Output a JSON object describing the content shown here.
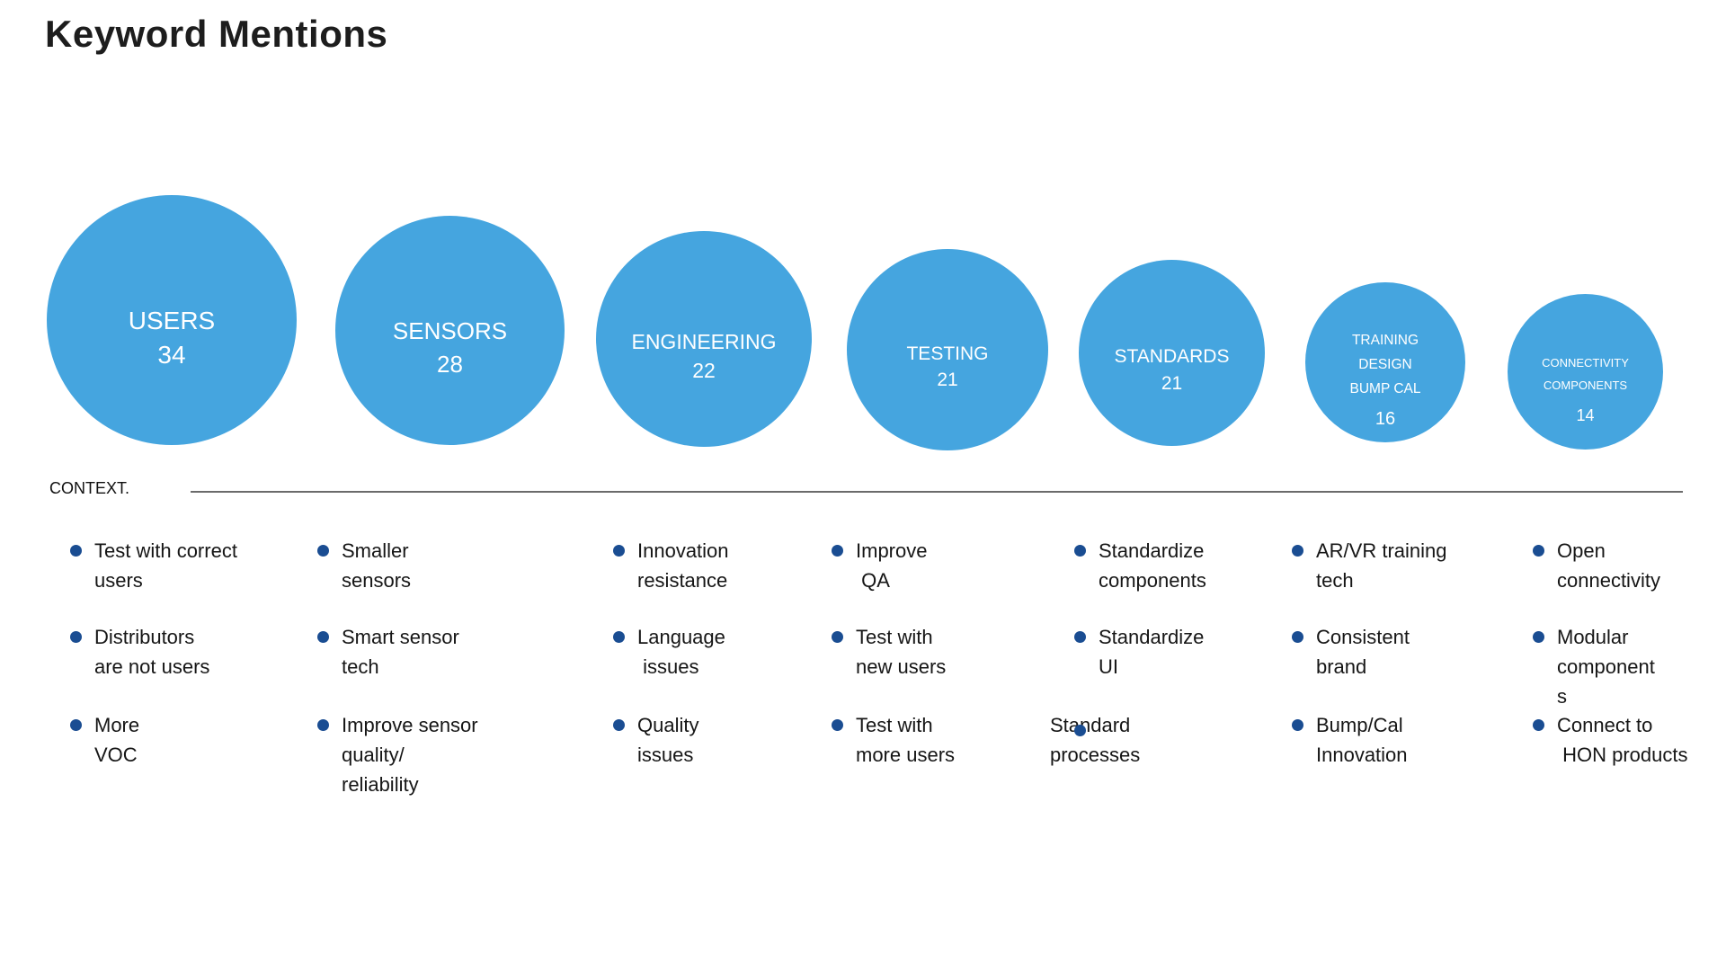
{
  "title": "Keyword Mentions",
  "context_label": "CONTEXT.",
  "colors": {
    "bubble_blue": "#45A5DF",
    "bubble_text": "#FFFFFF",
    "bullet_navy": "#1A4D92",
    "title_text": "#1D1D1D",
    "divider_gray": "#6B6B6B"
  },
  "bubbles": [
    {
      "label": "USERS",
      "value": "34"
    },
    {
      "label": "SENSORS",
      "value": "28"
    },
    {
      "label": "ENGINEERING",
      "value": "22"
    },
    {
      "label": "TESTING",
      "value": "21"
    },
    {
      "label": "STANDARDS",
      "value": "21"
    },
    {
      "label": "TRAINING\nDESIGN\nBUMP CAL",
      "value": "16"
    },
    {
      "label": "CONNECTIVITY\nCOMPONENTS",
      "value": "14"
    }
  ],
  "context_columns": [
    {
      "keyword": "USERS",
      "items": [
        {
          "text": "Test with correct\nusers"
        },
        {
          "text": "Distributors\nare not users"
        },
        {
          "text": "More\nVOC"
        }
      ]
    },
    {
      "keyword": "SENSORS",
      "items": [
        {
          "text": "Smaller\nsensors"
        },
        {
          "text": "Smart sensor\ntech"
        },
        {
          "text": "Improve sensor\nquality/\nreliability"
        }
      ]
    },
    {
      "keyword": "ENGINEERING",
      "items": [
        {
          "text": "Innovation\nresistance"
        },
        {
          "text": "Language\n issues"
        },
        {
          "text": "Quality\nissues"
        }
      ]
    },
    {
      "keyword": "TESTING",
      "items": [
        {
          "text": "Improve\n QA"
        },
        {
          "text": "Test with\nnew users"
        },
        {
          "text": "Test with\nmore users"
        }
      ]
    },
    {
      "keyword": "STANDARDS",
      "items": [
        {
          "text": "Standardize\ncomponents"
        },
        {
          "text": "Standardize\nUI"
        },
        {
          "text": "Standard\nprocesses"
        }
      ]
    },
    {
      "keyword": "TRAINING DESIGN BUMP CAL",
      "items": [
        {
          "text": "AR/VR training\ntech"
        },
        {
          "text": "Consistent\nbrand"
        },
        {
          "text": "Bump/Cal\nInnovation"
        }
      ]
    },
    {
      "keyword": "CONNECTIVITY COMPONENTS",
      "items": [
        {
          "text": "Open\nconnectivity"
        },
        {
          "text": "Modular\ncomponent\ns"
        },
        {
          "text": "Connect to\n HON products"
        }
      ]
    }
  ],
  "chart_data": {
    "type": "bubble",
    "title": "Keyword Mentions",
    "categories": [
      "USERS",
      "SENSORS",
      "ENGINEERING",
      "TESTING",
      "STANDARDS",
      "TRAINING DESIGN BUMP CAL",
      "CONNECTIVITY COMPONENTS"
    ],
    "values": [
      34,
      28,
      22,
      21,
      21,
      16,
      14
    ],
    "size_encoding": "bubble diameter scales with mention count, bubbles bottom-aligned left-to-right descending",
    "bubble_color": "#45A5DF",
    "label_color": "#FFFFFF",
    "annotations_section": "CONTEXT.",
    "annotations": {
      "USERS": [
        "Test with correct users",
        "Distributors are not users",
        "More VOC"
      ],
      "SENSORS": [
        "Smaller sensors",
        "Smart sensor tech",
        "Improve sensor quality/reliability"
      ],
      "ENGINEERING": [
        "Innovation resistance",
        "Language issues",
        "Quality issues"
      ],
      "TESTING": [
        "Improve QA",
        "Test with new users",
        "Test with more users"
      ],
      "STANDARDS": [
        "Standardize components",
        "Standardize UI",
        "Standard processes"
      ],
      "TRAINING DESIGN BUMP CAL": [
        "AR/VR training tech",
        "Consistent brand",
        "Bump/Cal Innovation"
      ],
      "CONNECTIVITY COMPONENTS": [
        "Open connectivity",
        "Modular components",
        "Connect to HON products"
      ]
    }
  }
}
